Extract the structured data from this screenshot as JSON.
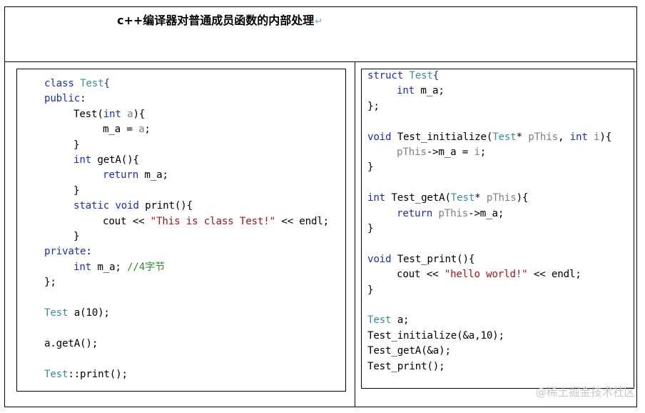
{
  "title": "c++编译器对普通成员函数的内部处理",
  "title_return_mark": "↵",
  "watermark": "@稀土掘金技术社区",
  "left_code": [
    {
      "indent": 0,
      "spans": [
        {
          "t": "class ",
          "c": "kw"
        },
        {
          "t": "Test",
          "c": "ty"
        },
        {
          "t": "{",
          "c": "kw"
        }
      ]
    },
    {
      "indent": 0,
      "spans": [
        {
          "t": "public",
          "c": "kw"
        },
        {
          "t": ":",
          "c": ""
        }
      ]
    },
    {
      "indent": 1,
      "spans": [
        {
          "t": "Test(",
          "c": ""
        },
        {
          "t": "int ",
          "c": "kw"
        },
        {
          "t": "a",
          "c": "pa"
        },
        {
          "t": "){",
          "c": ""
        }
      ]
    },
    {
      "indent": 2,
      "spans": [
        {
          "t": "m_a = ",
          "c": ""
        },
        {
          "t": "a",
          "c": "pa"
        },
        {
          "t": ";",
          "c": ""
        }
      ]
    },
    {
      "indent": 1,
      "spans": [
        {
          "t": "}",
          "c": ""
        }
      ]
    },
    {
      "indent": 1,
      "spans": [
        {
          "t": "int ",
          "c": "kw"
        },
        {
          "t": "getA(){",
          "c": ""
        }
      ]
    },
    {
      "indent": 2,
      "spans": [
        {
          "t": "return ",
          "c": "kw"
        },
        {
          "t": "m_a;",
          "c": ""
        }
      ]
    },
    {
      "indent": 1,
      "spans": [
        {
          "t": "}",
          "c": ""
        }
      ]
    },
    {
      "indent": 1,
      "spans": [
        {
          "t": "static ",
          "c": "kw"
        },
        {
          "t": "void ",
          "c": "kw"
        },
        {
          "t": "print(){",
          "c": ""
        }
      ]
    },
    {
      "indent": 2,
      "spans": [
        {
          "t": "cout << ",
          "c": ""
        },
        {
          "t": "\"This is class Test!\"",
          "c": "st"
        },
        {
          "t": " << endl;",
          "c": ""
        }
      ]
    },
    {
      "indent": 1,
      "spans": [
        {
          "t": "}",
          "c": ""
        }
      ]
    },
    {
      "indent": 0,
      "spans": [
        {
          "t": "private",
          "c": "kw"
        },
        {
          "t": ":",
          "c": ""
        }
      ]
    },
    {
      "indent": 1,
      "spans": [
        {
          "t": "int ",
          "c": "kw"
        },
        {
          "t": "m_a; ",
          "c": ""
        },
        {
          "t": "//4字节",
          "c": "cm"
        }
      ]
    },
    {
      "indent": 0,
      "spans": [
        {
          "t": "};",
          "c": ""
        }
      ]
    },
    {
      "indent": 0,
      "spans": []
    },
    {
      "indent": 0,
      "spans": [
        {
          "t": "Test",
          "c": "ty"
        },
        {
          "t": " a(10);",
          "c": ""
        }
      ]
    },
    {
      "indent": 0,
      "spans": []
    },
    {
      "indent": 0,
      "spans": [
        {
          "t": "a.getA();",
          "c": ""
        }
      ]
    },
    {
      "indent": 0,
      "spans": []
    },
    {
      "indent": 0,
      "spans": [
        {
          "t": "Test",
          "c": "ty"
        },
        {
          "t": "::print();",
          "c": ""
        }
      ]
    }
  ],
  "right_code": [
    {
      "indent": 0,
      "spans": [
        {
          "t": "struct ",
          "c": "kw"
        },
        {
          "t": "Test",
          "c": "ty"
        },
        {
          "t": "{",
          "c": "kw"
        }
      ]
    },
    {
      "indent": 1,
      "spans": [
        {
          "t": "int ",
          "c": "kw"
        },
        {
          "t": "m_a;",
          "c": ""
        }
      ]
    },
    {
      "indent": 0,
      "spans": [
        {
          "t": "};",
          "c": ""
        }
      ]
    },
    {
      "indent": 0,
      "spans": []
    },
    {
      "indent": 0,
      "spans": [
        {
          "t": "void ",
          "c": "kw"
        },
        {
          "t": "Test_initialize(",
          "c": ""
        },
        {
          "t": "Test",
          "c": "ty"
        },
        {
          "t": "* ",
          "c": ""
        },
        {
          "t": "pThis",
          "c": "pa"
        },
        {
          "t": ", ",
          "c": ""
        },
        {
          "t": "int ",
          "c": "kw"
        },
        {
          "t": "i",
          "c": "pa"
        },
        {
          "t": "){",
          "c": ""
        }
      ]
    },
    {
      "indent": 1,
      "spans": [
        {
          "t": "pThis",
          "c": "pa"
        },
        {
          "t": "->m_a = ",
          "c": ""
        },
        {
          "t": "i",
          "c": "pa"
        },
        {
          "t": ";",
          "c": ""
        }
      ]
    },
    {
      "indent": 0,
      "spans": [
        {
          "t": "}",
          "c": ""
        }
      ]
    },
    {
      "indent": 0,
      "spans": []
    },
    {
      "indent": 0,
      "spans": [
        {
          "t": "int ",
          "c": "kw"
        },
        {
          "t": "Test_getA(",
          "c": ""
        },
        {
          "t": "Test",
          "c": "ty"
        },
        {
          "t": "* ",
          "c": ""
        },
        {
          "t": "pThis",
          "c": "pa"
        },
        {
          "t": "){",
          "c": ""
        }
      ]
    },
    {
      "indent": 1,
      "spans": [
        {
          "t": "return ",
          "c": "kw"
        },
        {
          "t": "pThis",
          "c": "pa"
        },
        {
          "t": "->m_a;",
          "c": ""
        }
      ]
    },
    {
      "indent": 0,
      "spans": [
        {
          "t": "}",
          "c": ""
        }
      ]
    },
    {
      "indent": 0,
      "spans": []
    },
    {
      "indent": 0,
      "spans": [
        {
          "t": "void ",
          "c": "kw"
        },
        {
          "t": "Test_print(){",
          "c": ""
        }
      ]
    },
    {
      "indent": 1,
      "spans": [
        {
          "t": "cout << ",
          "c": ""
        },
        {
          "t": "\"hello world!\"",
          "c": "st"
        },
        {
          "t": " << endl;",
          "c": ""
        }
      ]
    },
    {
      "indent": 0,
      "spans": [
        {
          "t": "}",
          "c": ""
        }
      ]
    },
    {
      "indent": 0,
      "spans": []
    },
    {
      "indent": 0,
      "spans": [
        {
          "t": "Test",
          "c": "ty"
        },
        {
          "t": " a;",
          "c": ""
        }
      ]
    },
    {
      "indent": 0,
      "spans": [
        {
          "t": "Test_initialize(&a,10);",
          "c": ""
        }
      ]
    },
    {
      "indent": 0,
      "spans": [
        {
          "t": "Test_getA(&a);",
          "c": ""
        }
      ]
    },
    {
      "indent": 0,
      "spans": [
        {
          "t": "Test_print();",
          "c": ""
        }
      ]
    }
  ]
}
